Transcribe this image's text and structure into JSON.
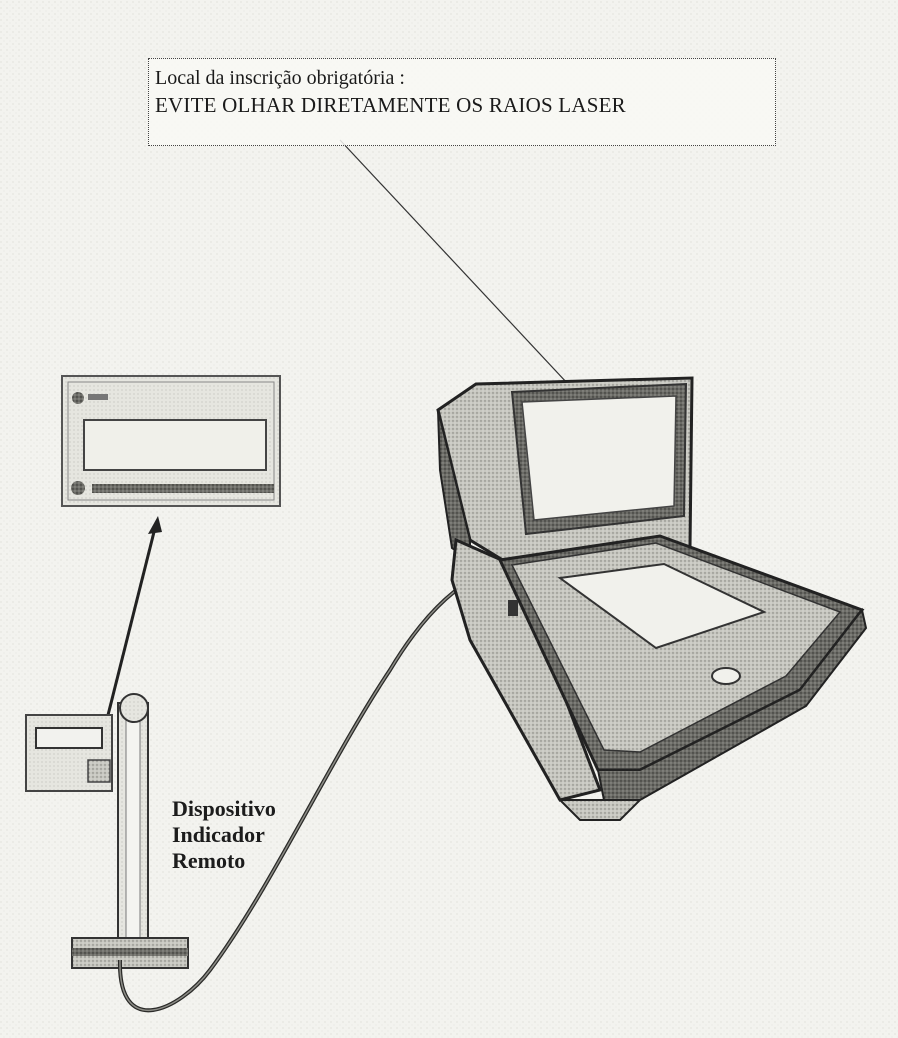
{
  "warning_label": {
    "line1": "Local da inscrição obrigatória :",
    "line2": "EVITE OLHAR DIRETAMENTE OS RAIOS LASER"
  },
  "remote_device_label": {
    "line1": "Dispositivo",
    "line2": "Indicador",
    "line3": "Remoto"
  }
}
